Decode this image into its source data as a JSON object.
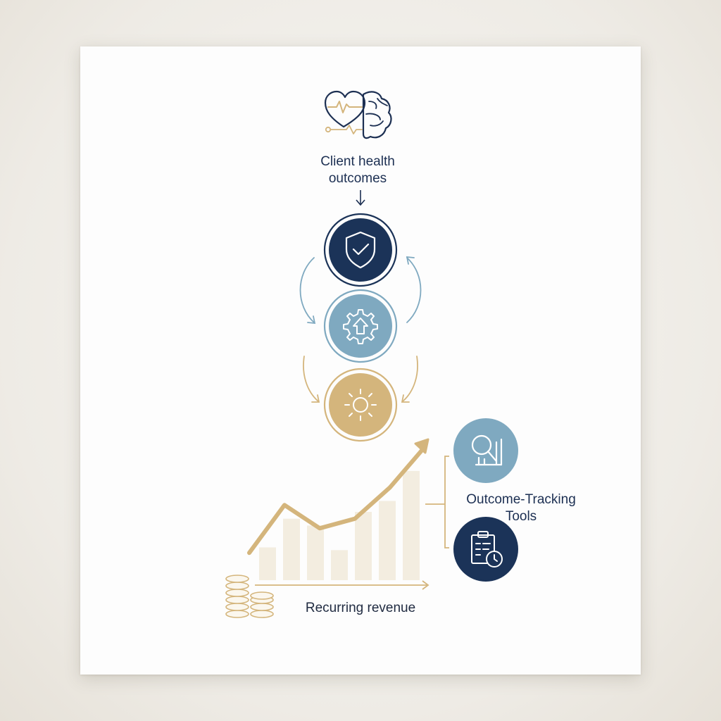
{
  "labels": {
    "health_line1": "Client health",
    "health_line2": "outcomes",
    "tools_line1": "Outcome-Tracking",
    "tools_line2": "Tools",
    "revenue": "Recurring revenue"
  },
  "colors": {
    "navy": "#1b3358",
    "steel_blue": "#7fa9c0",
    "gold": "#d4b57c",
    "bar_fill": "#f3ede0",
    "text": "#1c2f52"
  },
  "icons": {
    "top": "heart-brain-icon",
    "circle1": "shield-check-icon",
    "circle2": "gear-arrow-icon",
    "circle3": "sun-icon",
    "tool1": "magnifier-chart-icon",
    "tool2": "clipboard-timer-icon",
    "coins": "coin-stack-icon"
  },
  "chart_data": {
    "type": "line",
    "bars": [
      0.24,
      0.45,
      0.4,
      0.22,
      0.5,
      0.58,
      0.8
    ],
    "line": [
      0.2,
      0.55,
      0.38,
      0.45,
      0.68,
      0.98
    ]
  }
}
